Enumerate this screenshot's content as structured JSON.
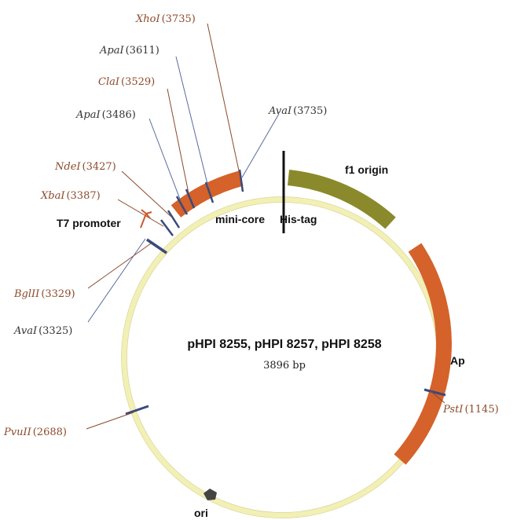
{
  "plasmid": {
    "name": "pHPI 8255, pHPI 8257, pHPI 8258",
    "size": "3896 bp",
    "backbone_color": "#f2f0b4",
    "feature_color": "#d4622a",
    "f1_color": "#8a8a2c",
    "site_tick_color": "#3a4a7a"
  },
  "features": {
    "f1_origin": "f1 origin",
    "ap": "Ap",
    "mini_core": "mini-core",
    "his_tag": "His-tag",
    "t7_promoter": "T7 promoter",
    "ori": "ori"
  },
  "sites": [
    {
      "name": "XhoI",
      "pos": "(3735)",
      "color": "#8b4a2b"
    },
    {
      "name": "ApaI",
      "pos": "(3611)",
      "color": "#333333"
    },
    {
      "name": "ClaI",
      "pos": "(3529)",
      "color": "#8b4a2b"
    },
    {
      "name": "ApaI",
      "pos": "(3486)",
      "color": "#333333"
    },
    {
      "name": "AvaI",
      "pos": "(3735)",
      "color": "#333333"
    },
    {
      "name": "NdeI",
      "pos": "(3427)",
      "color": "#8b4a2b"
    },
    {
      "name": "XbaI",
      "pos": "(3387)",
      "color": "#8b4a2b"
    },
    {
      "name": "BglII",
      "pos": "(3329)",
      "color": "#8b4a2b"
    },
    {
      "name": "AvaI",
      "pos": "(3325)",
      "color": "#333333"
    },
    {
      "name": "PvuII",
      "pos": "(2688)",
      "color": "#8b4a2b"
    },
    {
      "name": "PstI",
      "pos": "(1145)",
      "color": "#8b4a2b"
    }
  ]
}
